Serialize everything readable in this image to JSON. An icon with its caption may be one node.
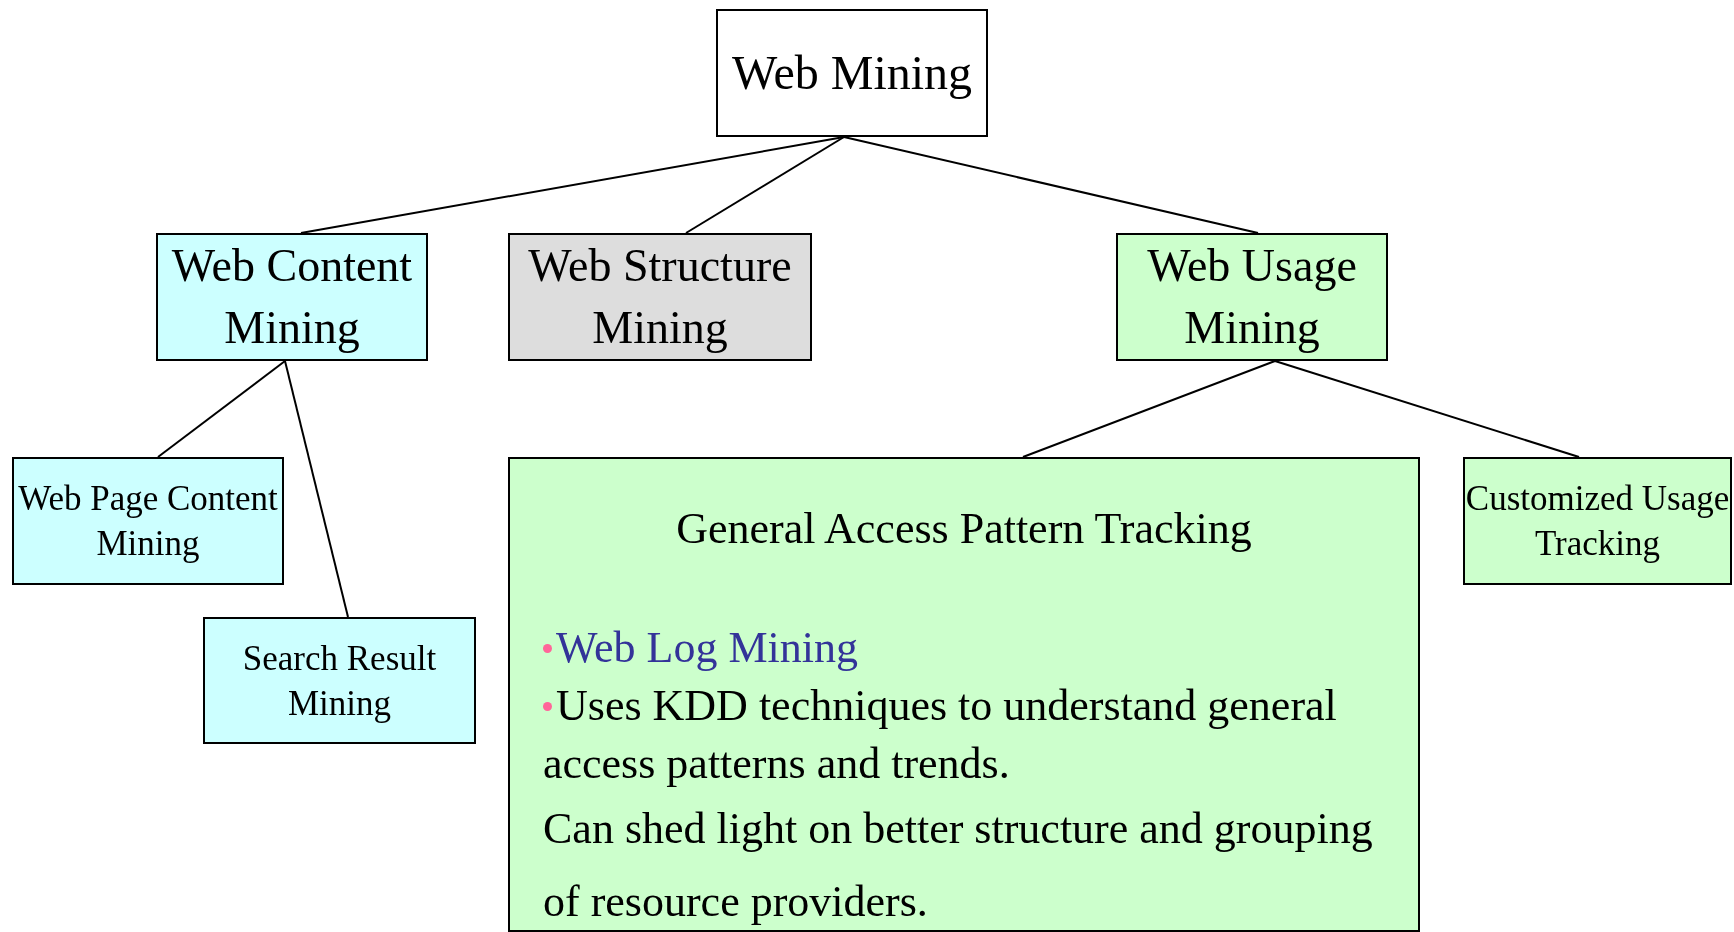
{
  "diagram": {
    "nodes": [
      {
        "text": [
          "Web Mining"
        ]
      },
      {
        "text": [
          "Web Content Mining"
        ]
      },
      {
        "text": [
          "Web Structure Mining"
        ]
      },
      {
        "text": [
          "Web Usage Mining"
        ]
      },
      {
        "text": [
          "Web Page Content Mining"
        ]
      },
      {
        "text": [
          "Search Result Mining"
        ]
      },
      {
        "text": [
          "General Access Pattern Tracking",
          "Web Log Mining",
          "Uses KDD techniques to understand general access patterns and trends.",
          "Can shed light on better structure and grouping of resource providers."
        ]
      },
      {
        "text": [
          "Customized Usage Tracking"
        ]
      }
    ],
    "edges": [
      {
        "from": 0,
        "to": 1,
        "arrow": "none"
      },
      {
        "from": 0,
        "to": 2,
        "arrow": "none"
      },
      {
        "from": 0,
        "to": 3,
        "arrow": "none"
      },
      {
        "from": 1,
        "to": 4,
        "arrow": "none"
      },
      {
        "from": 1,
        "to": 5,
        "arrow": "none"
      },
      {
        "from": 3,
        "to": 6,
        "arrow": "none"
      },
      {
        "from": 3,
        "to": 7,
        "arrow": "none"
      }
    ]
  }
}
